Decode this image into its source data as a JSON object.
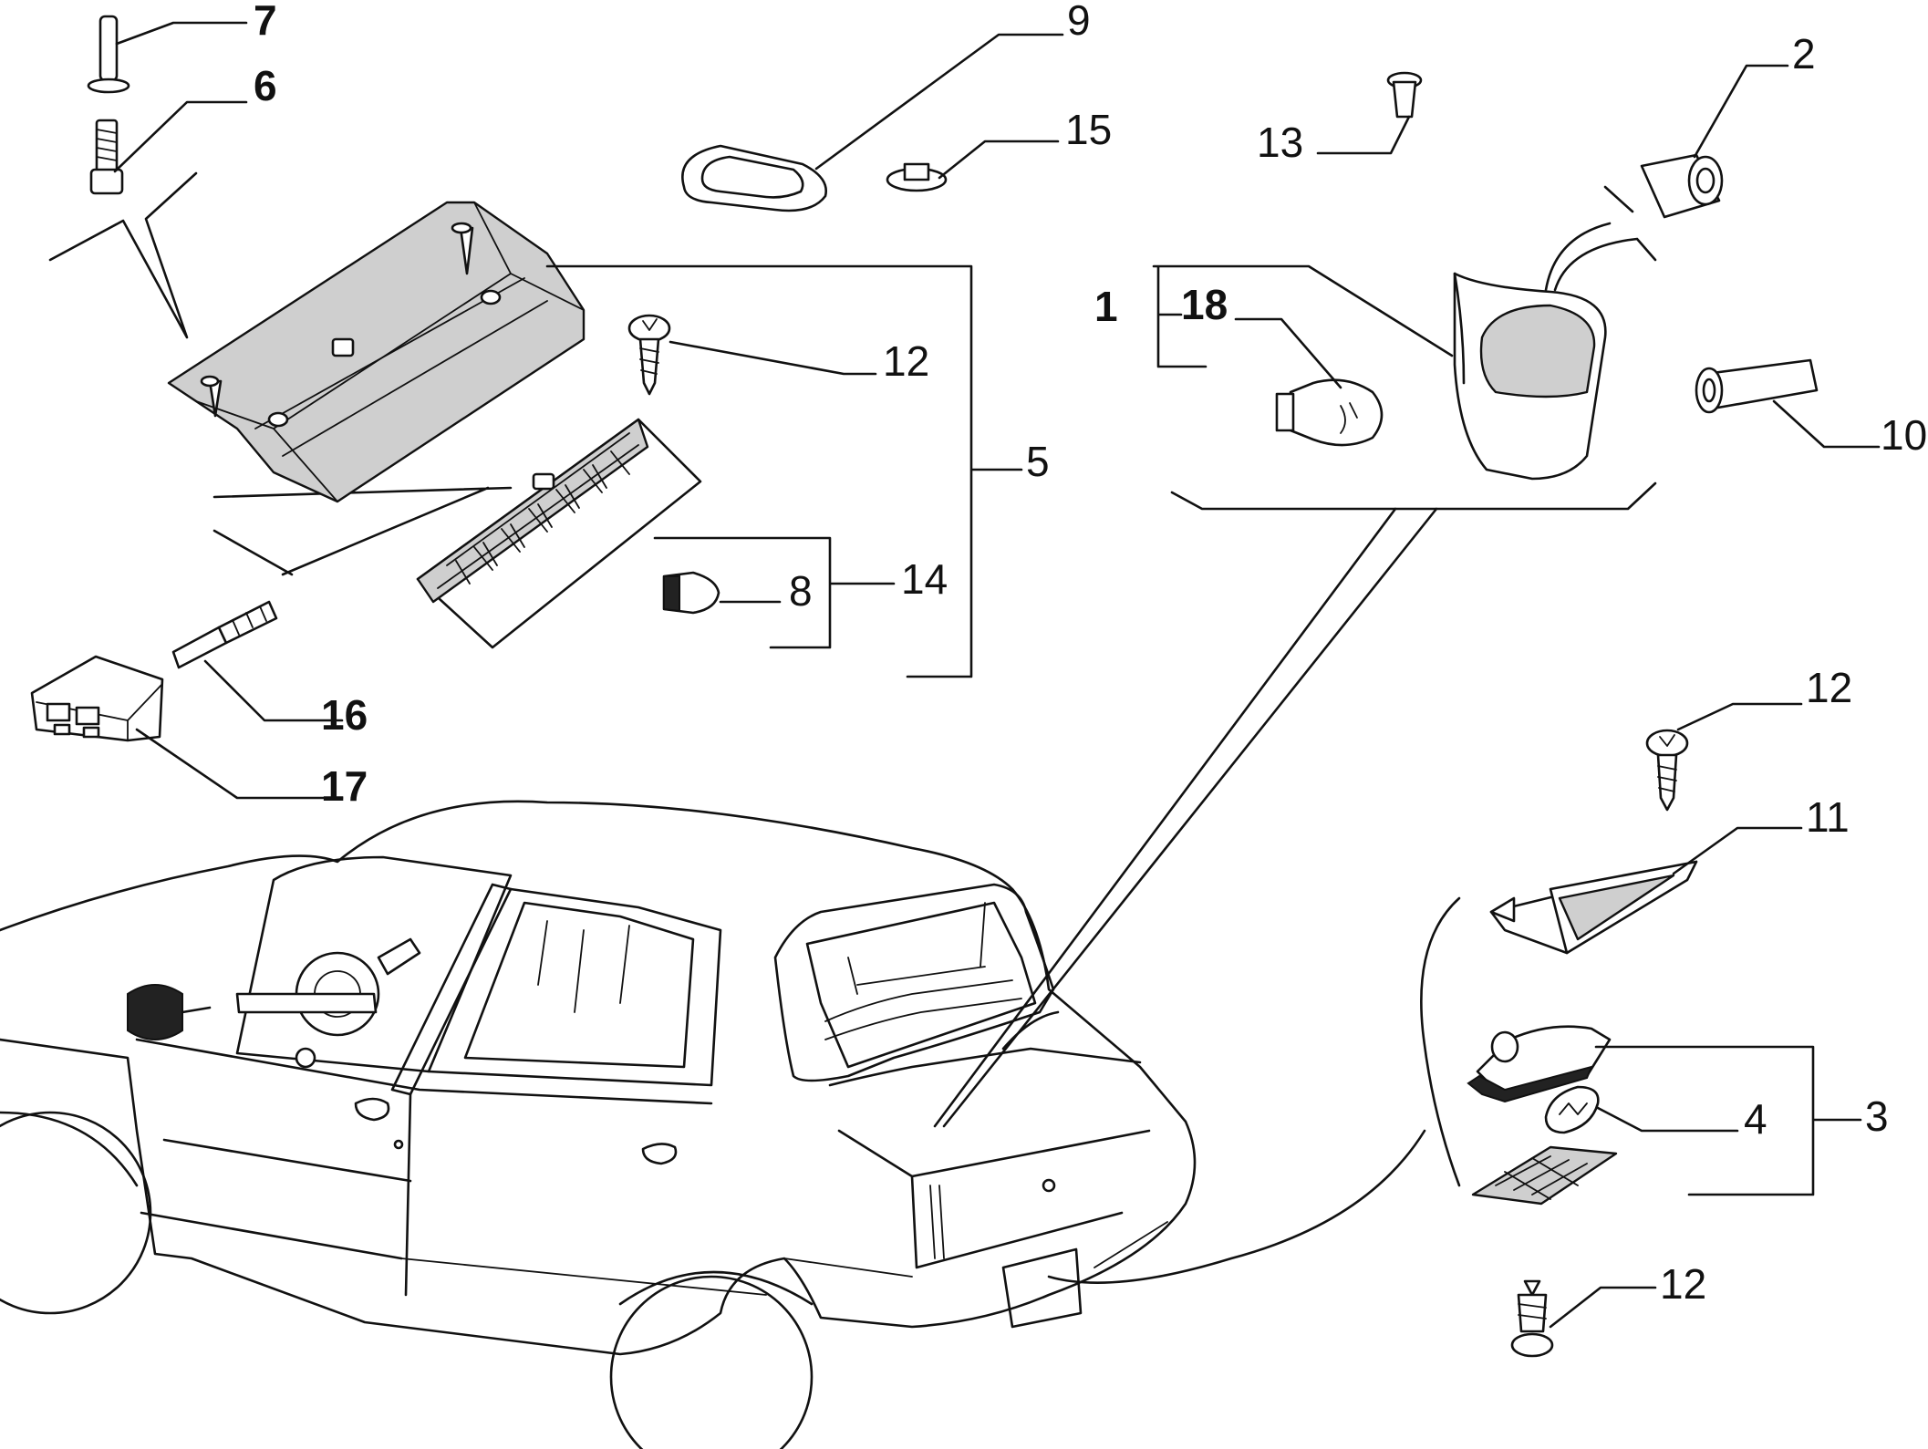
{
  "callouts": {
    "c1": "1",
    "c2": "2",
    "c3": "3",
    "c4": "4",
    "c5": "5",
    "c6": "6",
    "c7": "7",
    "c8": "8",
    "c9": "9",
    "c10": "10",
    "c11": "11",
    "c12a": "12",
    "c12b": "12",
    "c12c": "12",
    "c13": "13",
    "c14": "14",
    "c15": "15",
    "c16": "16",
    "c17": "17",
    "c18": "18"
  }
}
